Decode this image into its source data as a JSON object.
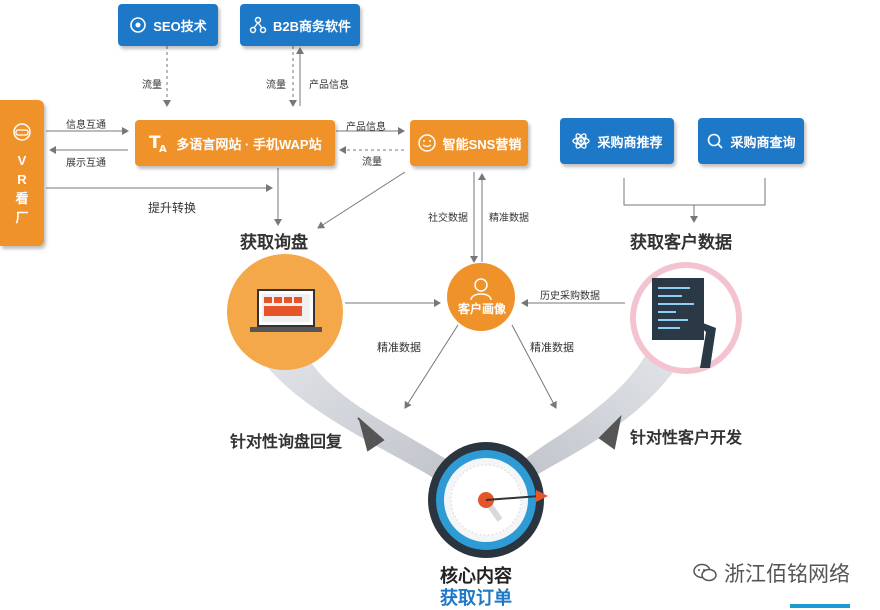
{
  "nodes": {
    "seo": "SEO技术",
    "b2b": "B2B商务软件",
    "website": "多语言网站 · 手机WAP站",
    "sns": "智能SNS营销",
    "buyer_recommend": "采购商推荐",
    "buyer_search": "采购商查询",
    "vr": [
      "V",
      "R",
      "看",
      "厂"
    ],
    "customer_profile": "客户画像"
  },
  "edge_labels": {
    "traffic_1": "流量",
    "traffic_2": "流量",
    "product_info_1": "产品信息",
    "info_exchange": "信息互通",
    "display_exchange": "展示互通",
    "product_info_2": "产品信息",
    "traffic_3": "流量",
    "improve_conversion": "提升转换",
    "social_data": "社交数据",
    "precise_data_1": "精准数据",
    "history_purchase": "历史采购数据",
    "precise_data_2": "精准数据",
    "precise_data_3": "精准数据"
  },
  "headings": {
    "get_inquiry": "获取询盘",
    "get_customer_data": "获取客户数据",
    "targeted_reply": "针对性询盘回复",
    "targeted_dev": "针对性客户开发",
    "core_content": "核心内容",
    "get_orders": "获取订单"
  },
  "watermark": "浙江佰铭网络",
  "colors": {
    "blue": "#1e78c8",
    "orange": "#f0922a",
    "gray_arrow": "#777777",
    "highlight": "#1e78c8"
  }
}
